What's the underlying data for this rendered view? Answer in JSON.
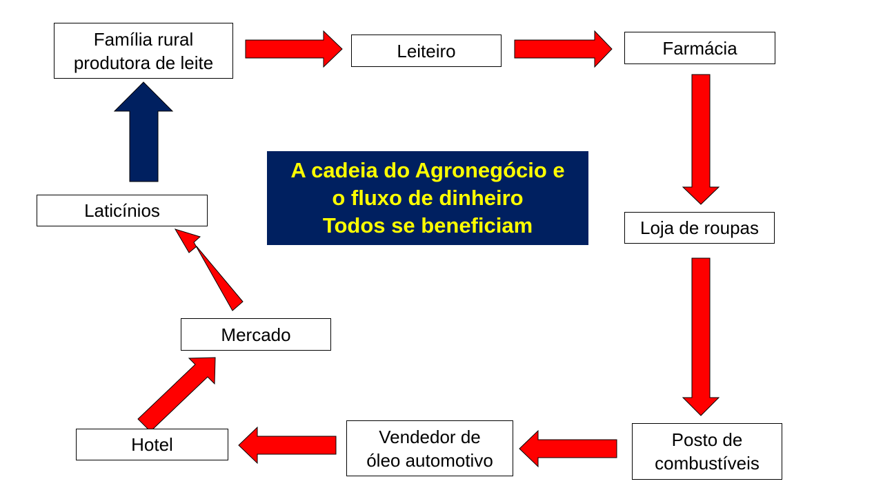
{
  "diagram": {
    "title": "A cadeia do Agronegócio e\no fluxo de dinheiro\nTodos se beneficiam",
    "title_color": "#FFFF00",
    "title_bg": "#002060",
    "arrow_color": "#FF0000",
    "up_arrow_color": "#002060",
    "nodes": {
      "familia": "Família rural\nprodutora de leite",
      "leiteiro": "Leiteiro",
      "farmacia": "Farmácia",
      "loja": "Loja de roupas",
      "posto": "Posto de\ncombustíveis",
      "vendedor": "Vendedor de\nóleo automotivo",
      "hotel": "Hotel",
      "mercado": "Mercado",
      "laticinios": "Laticínios"
    }
  }
}
